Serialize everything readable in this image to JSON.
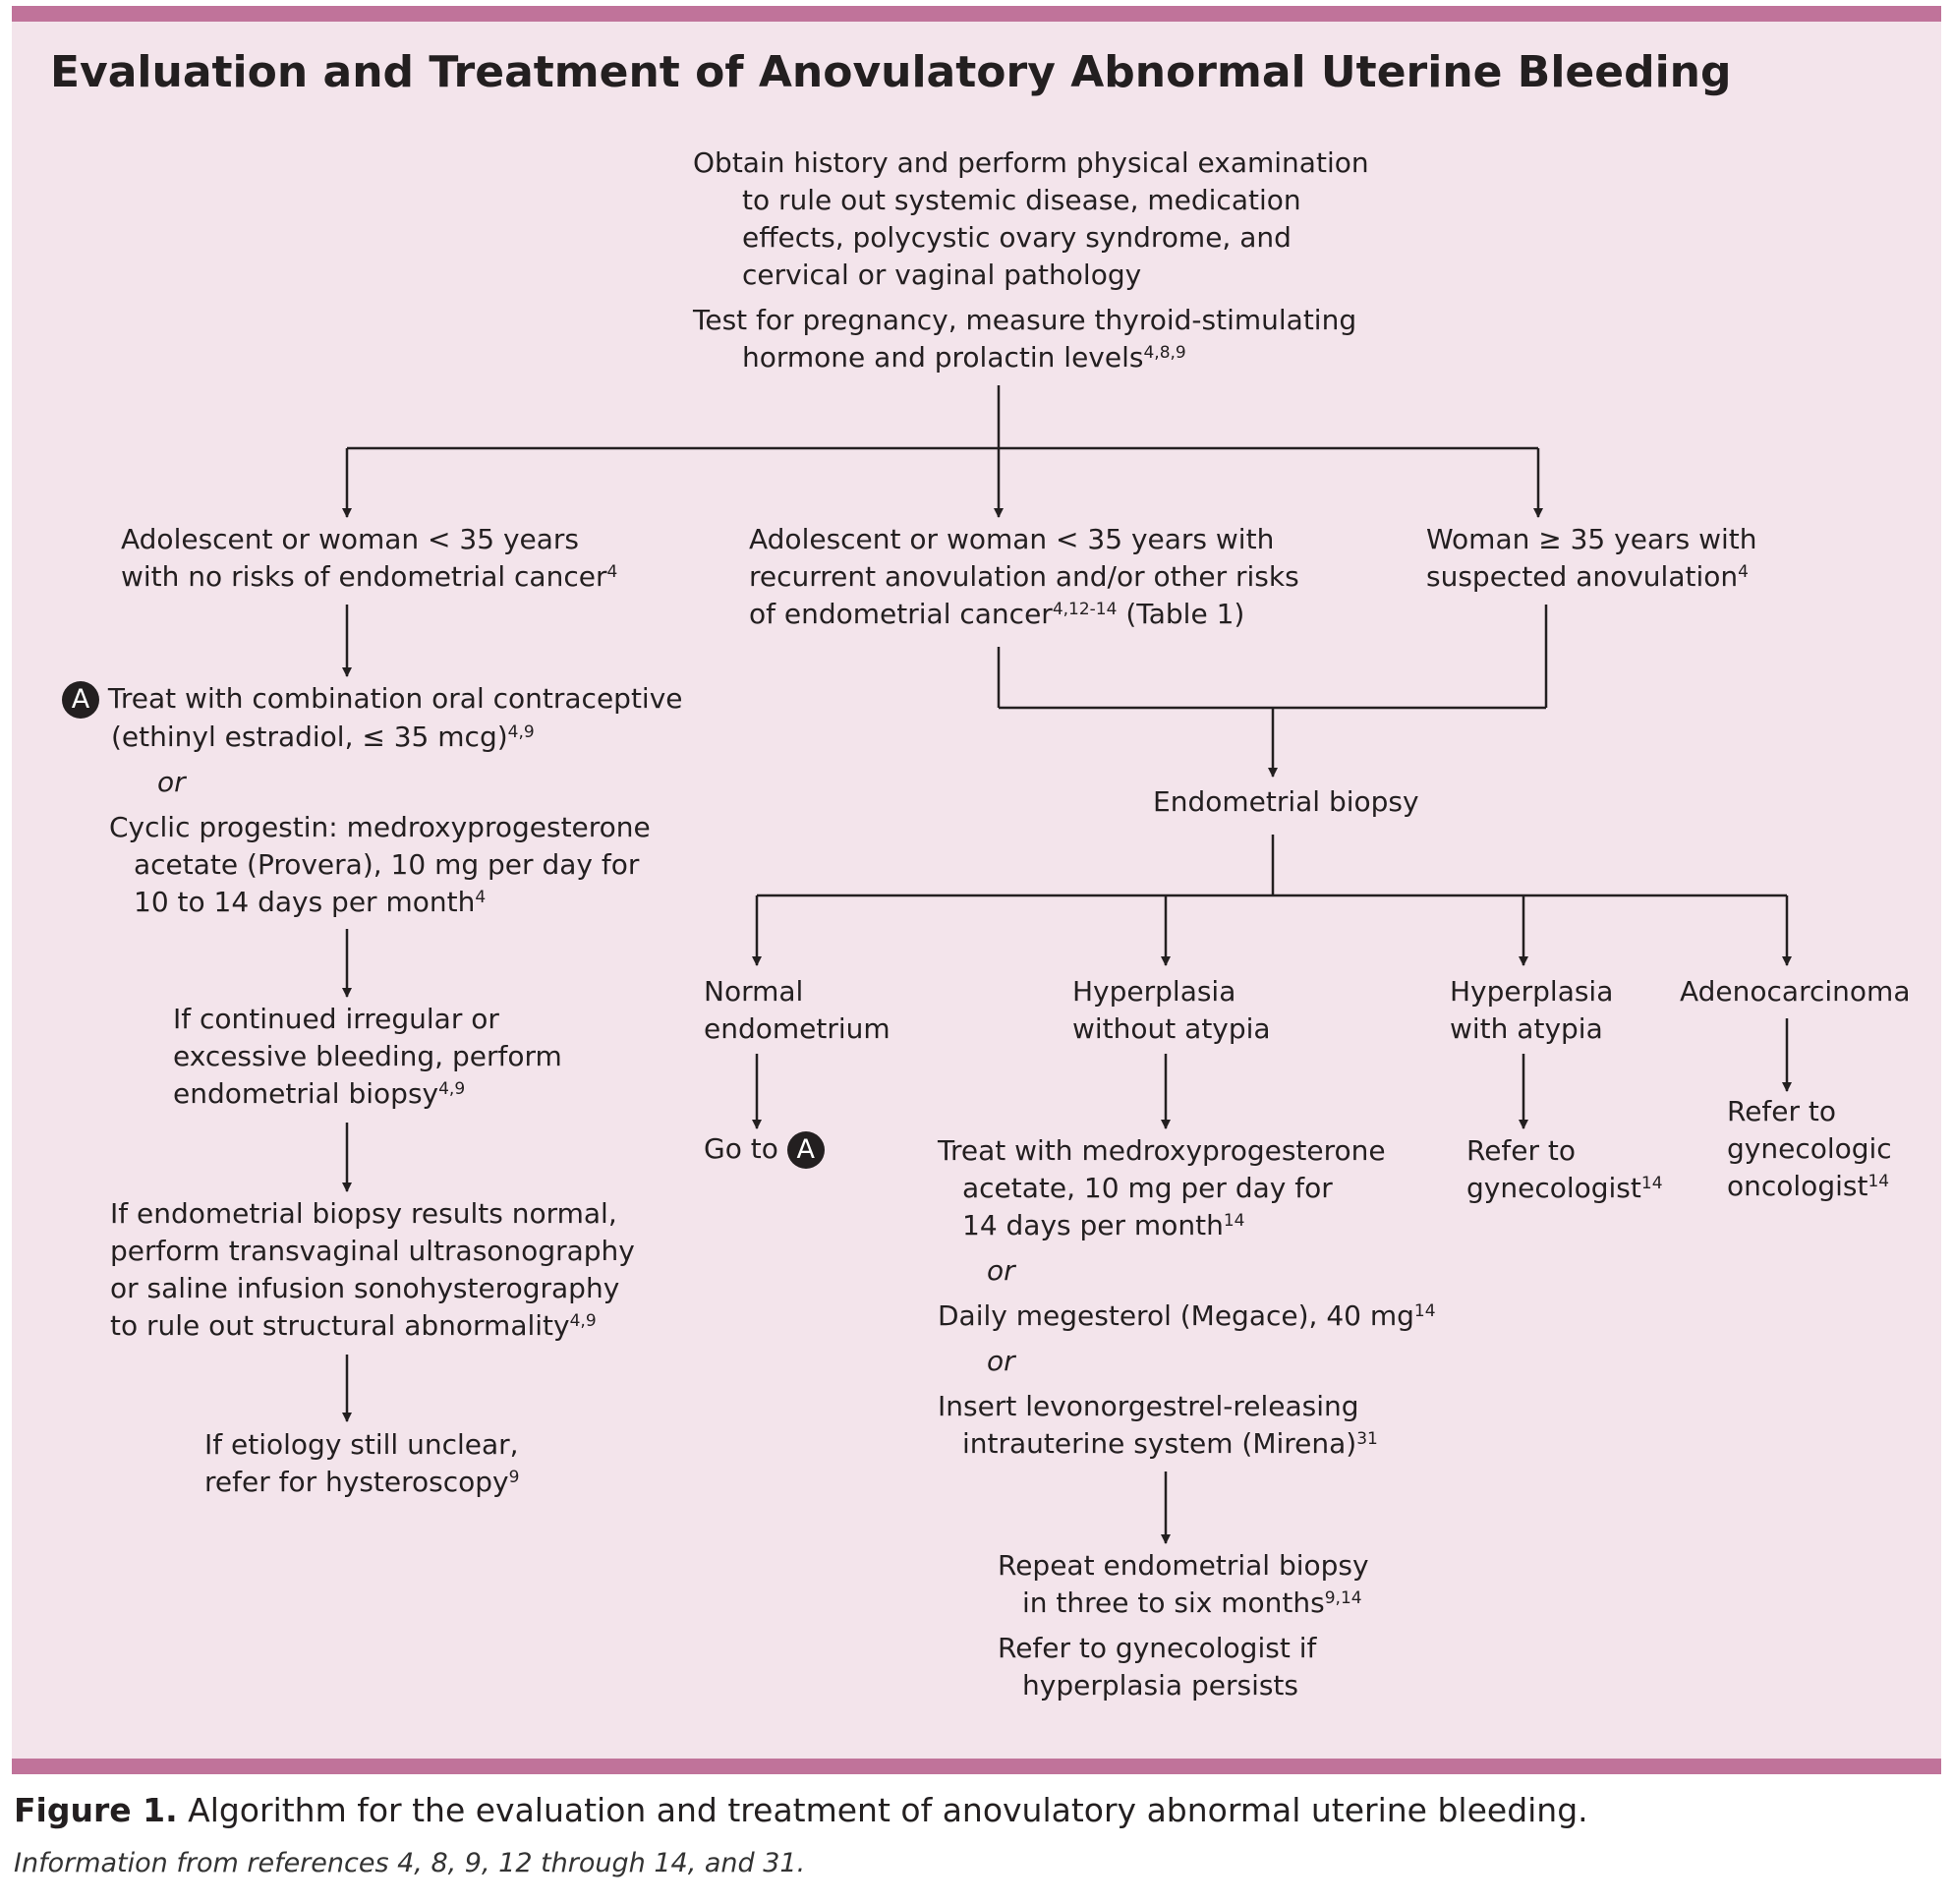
{
  "title": "Evaluation and Treatment of Anovulatory Abnormal Uterine Bleeding",
  "badge_letter": "A",
  "or_text": "or",
  "nodes": {
    "start": {
      "line1": "Obtain history and perform physical examination",
      "line2": "to rule out systemic disease, medication",
      "line3": "effects, polycystic ovary syndrome, and",
      "line4": "cervical or vaginal pathology",
      "line5": "Test for pregnancy, measure thyroid-stimulating",
      "line6": "hormone and prolactin levels",
      "ref": "4,8,9"
    },
    "adolescent_low_risk": {
      "line1": "Adolescent or woman < 35 years",
      "line2": "with no risks of endometrial cancer",
      "ref": "4"
    },
    "adolescent_high_risk": {
      "line1": "Adolescent or woman < 35 years with",
      "line2": "recurrent anovulation and/or other risks",
      "line3": "of endometrial cancer",
      "ref": "4,12-14",
      "suffix": " (Table 1)"
    },
    "woman_35": {
      "line1": "Woman ≥ 35 years with",
      "line2": "suspected anovulation",
      "ref": "4"
    },
    "treat_a": {
      "line1": "Treat with combination oral contraceptive",
      "line2": "(ethinyl estradiol, ≤ 35 mcg)",
      "ref1": "4,9",
      "line3": "Cyclic progestin: medroxyprogesterone",
      "line4": "acetate (Provera), 10 mg per day for",
      "line5": "10 to 14 days per month",
      "ref2": "4"
    },
    "continued_bleeding": {
      "line1": "If continued irregular or",
      "line2": "excessive bleeding, perform",
      "line3": "endometrial biopsy",
      "ref": "4,9"
    },
    "biopsy_normal": {
      "line1": "If endometrial biopsy results normal,",
      "line2": "perform transvaginal ultrasonography",
      "line3": "or saline infusion sonohysterography",
      "line4": "to rule out structural abnormality",
      "ref": "4,9"
    },
    "etiology_unclear": {
      "line1": "If etiology still unclear,",
      "line2": "refer for hysteroscopy",
      "ref": "9"
    },
    "endometrial_biopsy": {
      "line1": "Endometrial biopsy"
    },
    "normal_endometrium": {
      "line1": "Normal",
      "line2": "endometrium"
    },
    "go_to": {
      "line1": "Go to"
    },
    "hyperplasia_no_atypia": {
      "line1": "Hyperplasia",
      "line2": "without atypia"
    },
    "hyperplasia_atypia": {
      "line1": "Hyperplasia",
      "line2": "with atypia"
    },
    "adenocarcinoma": {
      "line1": "Adenocarcinoma"
    },
    "treat_mpa": {
      "line1": "Treat with medroxyprogesterone",
      "line2": "acetate, 10 mg per day for",
      "line3": "14 days per month",
      "ref1": "14",
      "line4": "Daily megesterol (Megace), 40 mg",
      "ref2": "14",
      "line5": "Insert levonorgestrel-releasing",
      "line6": "intrauterine system (Mirena)",
      "ref3": "31"
    },
    "refer_gyn": {
      "line1": "Refer to",
      "line2": "gynecologist",
      "ref": "14"
    },
    "refer_onc": {
      "line1": "Refer to",
      "line2": "gynecologic",
      "line3": "oncologist",
      "ref": "14"
    },
    "repeat_biopsy": {
      "line1": "Repeat endometrial biopsy",
      "line2": "in three to six months",
      "ref": "9,14",
      "line3": "Refer to gynecologist if",
      "line4": "hyperplasia persists"
    }
  },
  "caption": {
    "label": "Figure 1.",
    "text": " Algorithm for the evaluation and treatment of anovulatory abnormal uterine bleeding."
  },
  "source": "Information from references 4, 8, 9, 12 through 14, and 31."
}
